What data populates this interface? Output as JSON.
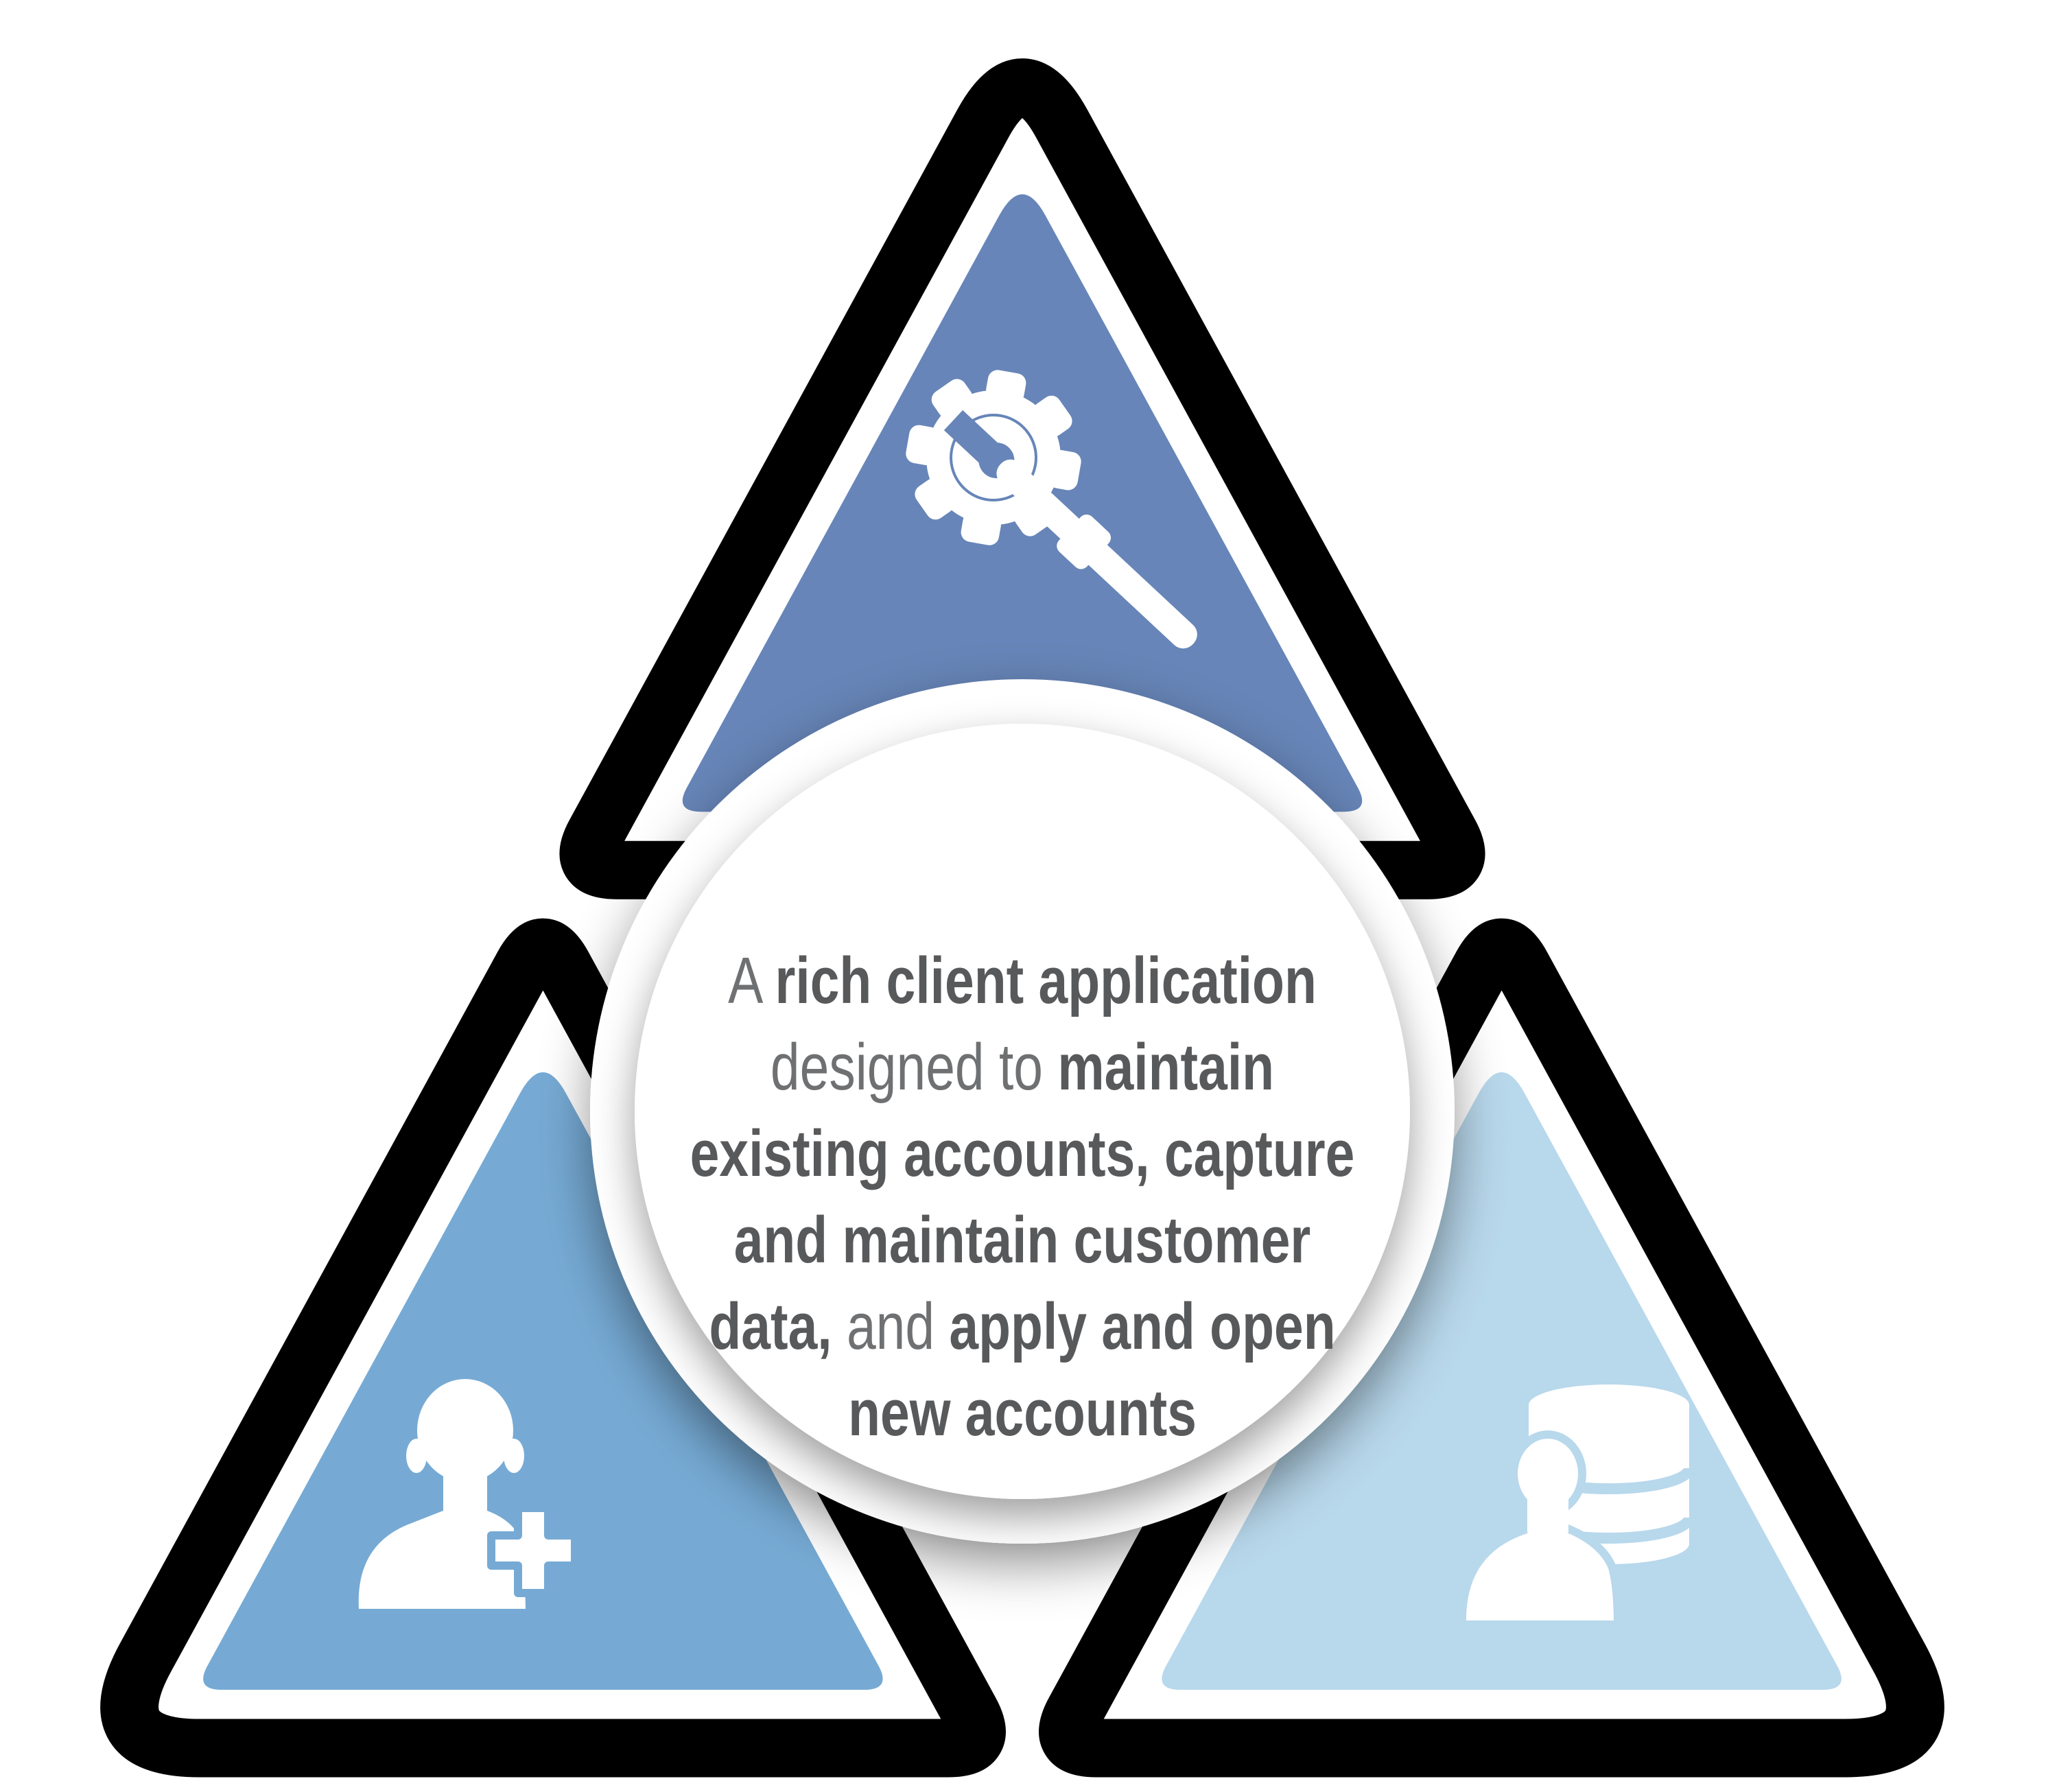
{
  "diagram": {
    "kind": "triangle-infographic",
    "sections": [
      {
        "position": "top",
        "icon": "gear-wrench-icon"
      },
      {
        "position": "bottom-left",
        "icon": "add-user-icon"
      },
      {
        "position": "bottom-right",
        "icon": "user-database-icon"
      }
    ]
  },
  "colors": {
    "background": "#ffffff",
    "outline": "#000000",
    "top_triangle": "#6785b8",
    "bottom_left_triangle": "#76aad4",
    "bottom_right_triangle": "#b8d8ec",
    "circle_fill": "#ffffff",
    "text_bold": "#58595b",
    "text_light": "#6e7072"
  },
  "center_circle": {
    "full_text": "A rich client application designed to maintain existing accounts, capture and maintain customer data, and apply and open new accounts",
    "lines": [
      {
        "segs": [
          {
            "t": "A ",
            "w": "light"
          },
          {
            "t": "rich client application",
            "w": "bold"
          }
        ]
      },
      {
        "segs": [
          {
            "t": "designed to ",
            "w": "light"
          },
          {
            "t": "maintain",
            "w": "bold"
          }
        ]
      },
      {
        "segs": [
          {
            "t": "existing accounts, capture",
            "w": "bold"
          }
        ]
      },
      {
        "segs": [
          {
            "t": "and maintain customer",
            "w": "bold"
          }
        ]
      },
      {
        "segs": [
          {
            "t": "data,",
            "w": "bold"
          },
          {
            "t": " and ",
            "w": "light"
          },
          {
            "t": "apply and open",
            "w": "bold"
          }
        ]
      },
      {
        "segs": [
          {
            "t": "new accounts",
            "w": "bold"
          }
        ]
      }
    ]
  },
  "icons": {
    "top": "gear-wrench-icon",
    "bottom_left": "add-user-icon",
    "bottom_right": "user-database-icon"
  }
}
